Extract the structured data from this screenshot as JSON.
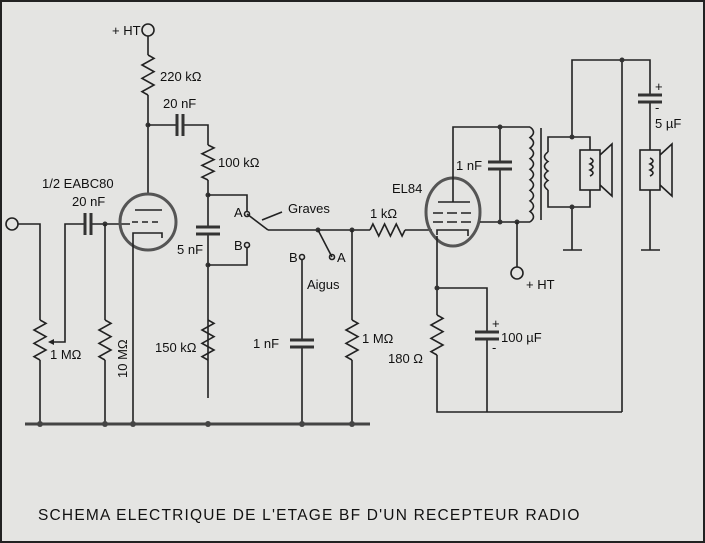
{
  "diagram": {
    "caption": "SCHEMA ELECTRIQUE DE L'ETAGE BF D'UN RECEPTEUR RADIO",
    "labels": {
      "ht_top": "+ HT",
      "r220k": "220 kΩ",
      "c20nf_coupling": "20 nF",
      "r100k": "100 kΩ",
      "tube1": "1/2  EABC80",
      "c20nf_input": "20 nF",
      "switch1_a": "A",
      "switch1_b": "B",
      "graves": "Graves",
      "c5nf": "5 nF",
      "switch2_a": "A",
      "switch2_b": "B",
      "aigus": "Aigus",
      "r1k": "1 kΩ",
      "tube2": "EL84",
      "c1nf_plate": "1 nF",
      "ht_out": "+ HT",
      "c5uf": "5 µF",
      "pot1m": "1 MΩ",
      "r10m": "10 MΩ",
      "r150k": "150 kΩ",
      "c1nf_aigus": "1 nF",
      "r1m_grid": "1 MΩ",
      "r180": "180 Ω",
      "c100uf": "100 µF",
      "plus": "+",
      "minus": "-"
    }
  }
}
